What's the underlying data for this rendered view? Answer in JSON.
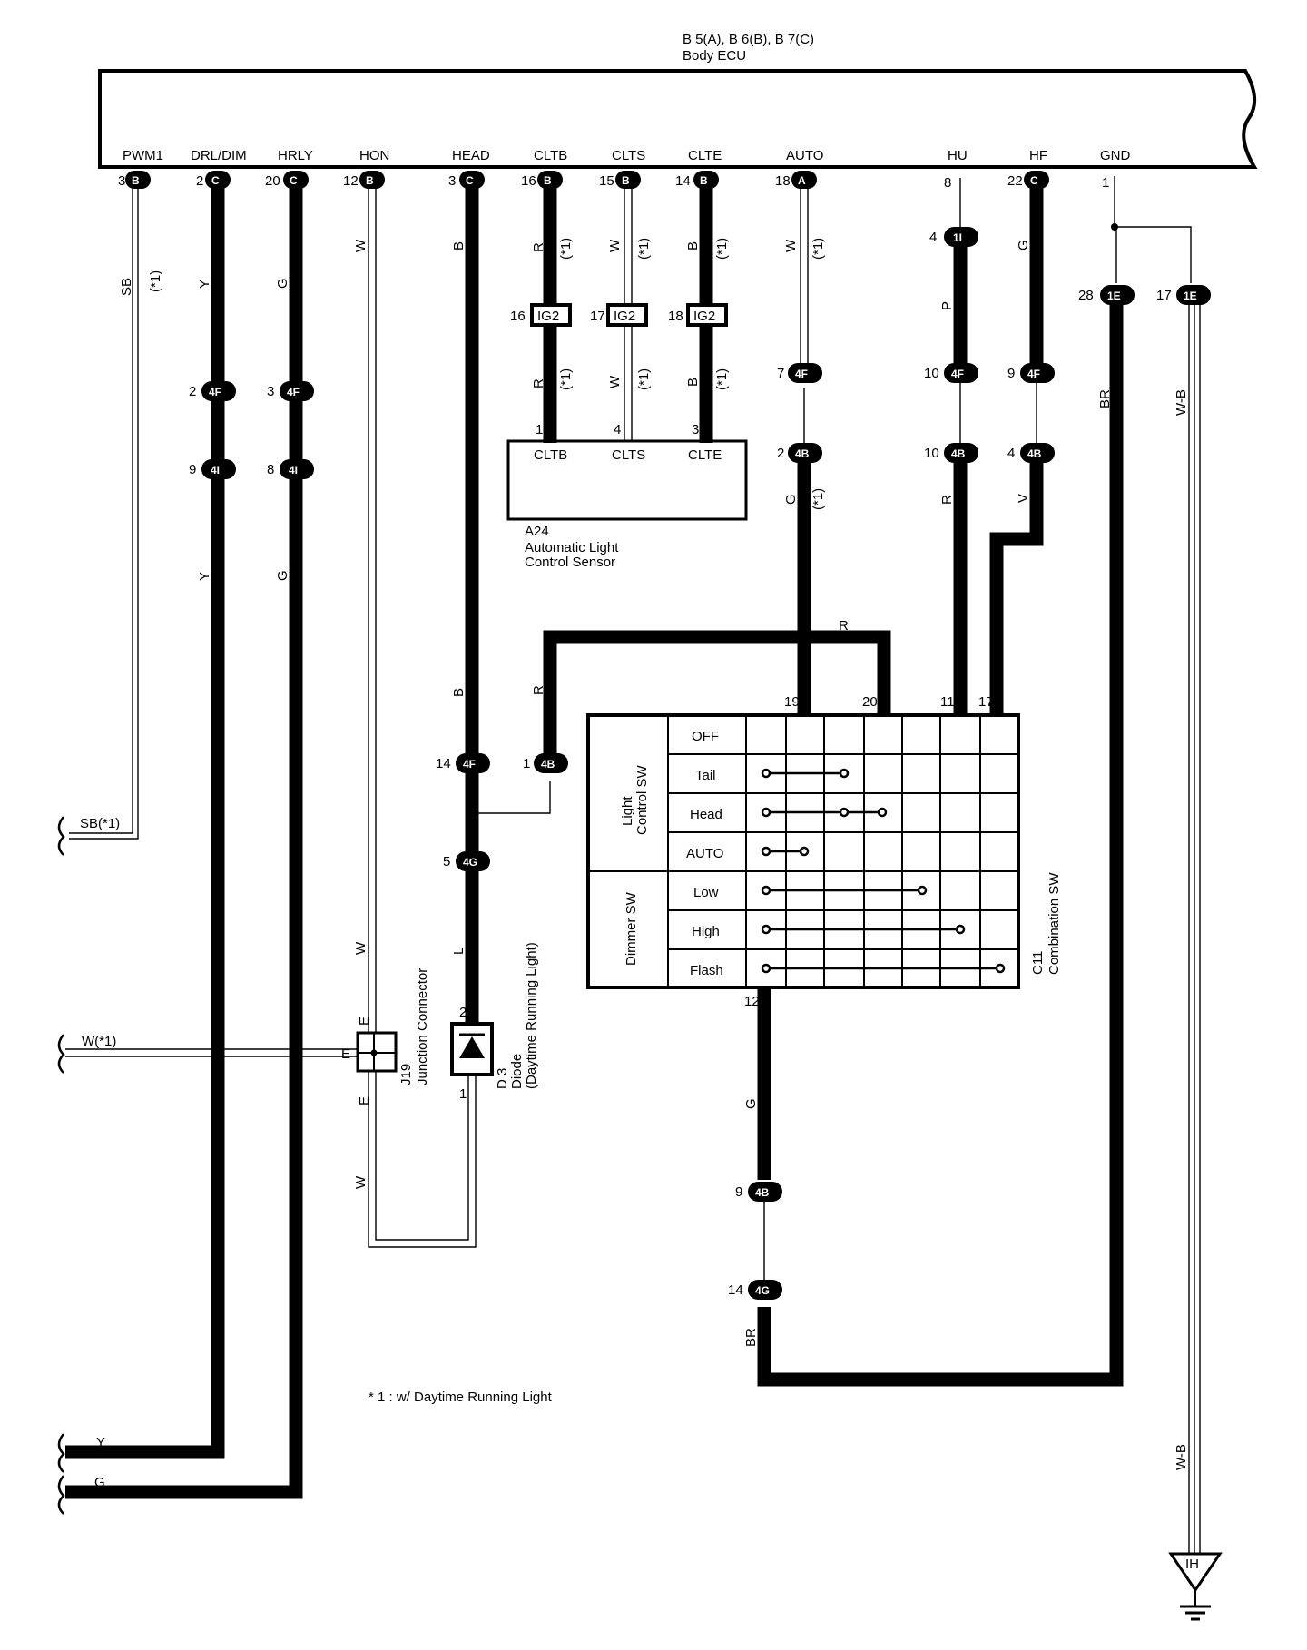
{
  "ecu": {
    "connectors_label": "B 5(A), B 6(B), B 7(C)",
    "name": "Body ECU",
    "pins": [
      {
        "num": "3",
        "conn": "B",
        "name": "PWM1"
      },
      {
        "num": "2",
        "conn": "C",
        "name": "DRL/DIM"
      },
      {
        "num": "20",
        "conn": "C",
        "name": "HRLY"
      },
      {
        "num": "12",
        "conn": "B",
        "name": "HON"
      },
      {
        "num": "3",
        "conn": "C",
        "name": "HEAD"
      },
      {
        "num": "16",
        "conn": "B",
        "name": "CLTB"
      },
      {
        "num": "15",
        "conn": "B",
        "name": "CLTS"
      },
      {
        "num": "14",
        "conn": "B",
        "name": "CLTE"
      },
      {
        "num": "18",
        "conn": "A",
        "name": "AUTO"
      },
      {
        "num": "8",
        "conn": "",
        "name": "HU"
      },
      {
        "num": "22",
        "conn": "C",
        "name": "HF"
      },
      {
        "num": "1",
        "conn": "",
        "name": "GND"
      }
    ]
  },
  "sensor": {
    "id": "A24",
    "name_line1": "Automatic Light",
    "name_line2": "Control Sensor",
    "pins": [
      "CLTB",
      "CLTS",
      "CLTE"
    ],
    "pin_nums": [
      "1",
      "4",
      "3"
    ],
    "ig2_nums": [
      "16",
      "17",
      "18"
    ],
    "ig2_label": "IG2"
  },
  "combination_sw": {
    "id": "C11",
    "name": "Combination SW",
    "group1": "Light",
    "group1b": "Control SW",
    "group2": "Dimmer SW",
    "rows": [
      "OFF",
      "Tail",
      "Head",
      "AUTO",
      "Low",
      "High",
      "Flash"
    ],
    "top_pins": [
      "19",
      "20",
      "11",
      "17"
    ],
    "bottom_pin": "12"
  },
  "junction": {
    "id": "J19",
    "name": "Junction Connector",
    "pin": "E"
  },
  "diode": {
    "id": "D 3",
    "name": "Diode",
    "sub": "(Daytime Running Light)",
    "pin_top": "2",
    "pin_bottom": "1"
  },
  "ground": {
    "label": "IH"
  },
  "wires": {
    "SB": "SB",
    "Y": "Y",
    "G": "G",
    "W": "W",
    "B": "B",
    "R": "R",
    "P": "P",
    "V": "V",
    "L": "L",
    "BR": "BR",
    "WB": "W-B",
    "note1": "(*1)",
    "note1b": "(*1)",
    "sb_edge": "SB(*1)",
    "w_edge": "W(*1)",
    "y_edge": "Y",
    "g_edge": "G"
  },
  "connectors": {
    "c4F": "4F",
    "c4I": "4I",
    "c4B": "4B",
    "c4G": "4G",
    "c1I": "1I",
    "c1E": "1E"
  },
  "pin_numbers": {
    "n2": "2",
    "n3": "3",
    "n9": "9",
    "n8": "8",
    "n7": "7",
    "n10": "10",
    "n4": "4",
    "n14": "14",
    "n1": "1",
    "n5": "5",
    "n28": "28",
    "n17": "17"
  },
  "footnote": "* 1 : w/ Daytime Running Light"
}
